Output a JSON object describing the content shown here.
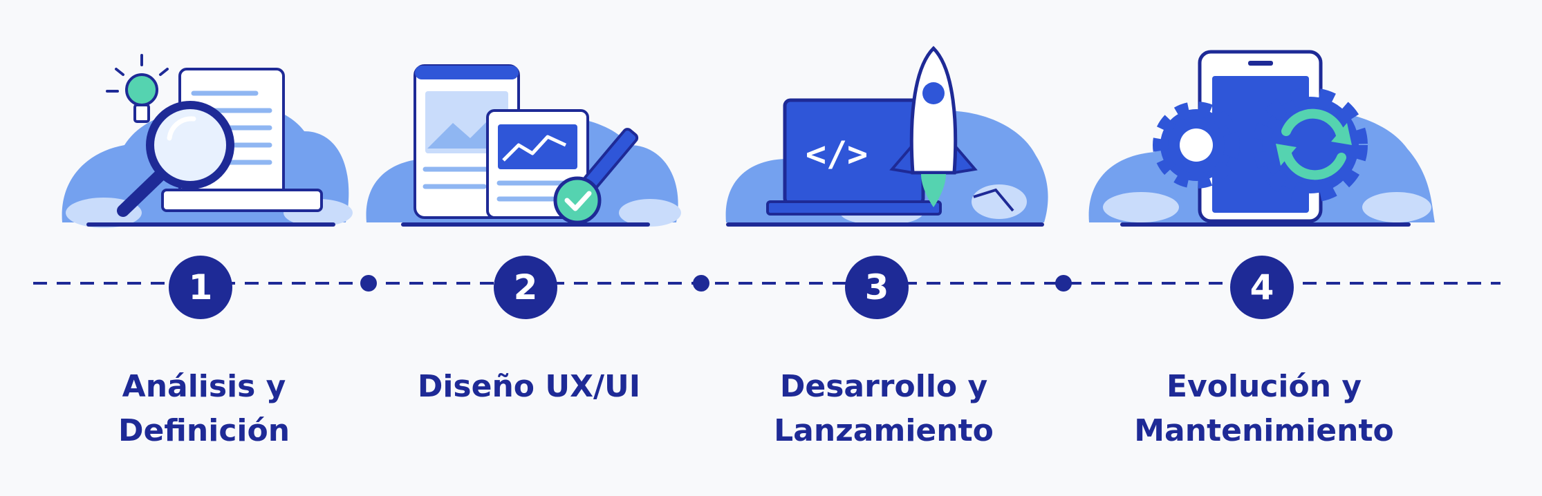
{
  "colors": {
    "navy": "#1e2a96",
    "blue": "#2f56d8",
    "light_blue": "#5d92ec",
    "pale_blue": "#c9dcfb",
    "mint": "#55d3b0",
    "background": "#f8f9fb"
  },
  "steps": [
    {
      "number": "1",
      "title_line1": "Análisis y",
      "title_line2": "Definición",
      "icons": [
        "lightbulb-icon",
        "document-icon",
        "magnifying-glass-icon"
      ]
    },
    {
      "number": "2",
      "title_line1": "Diseño UX/UI",
      "title_line2": "",
      "icons": [
        "tablet-icon",
        "chart-card-icon",
        "checkmark-icon",
        "pencil-icon"
      ]
    },
    {
      "number": "3",
      "title_line1": "Desarrollo y",
      "title_line2": "Lanzamiento",
      "icons": [
        "laptop-icon",
        "code-icon",
        "rocket-icon"
      ],
      "code_glyph": "</>"
    },
    {
      "number": "4",
      "title_line1": "Evolución y",
      "title_line2": "Mantenimiento",
      "icons": [
        "smartphone-icon",
        "gear-icon",
        "refresh-icon"
      ]
    }
  ]
}
